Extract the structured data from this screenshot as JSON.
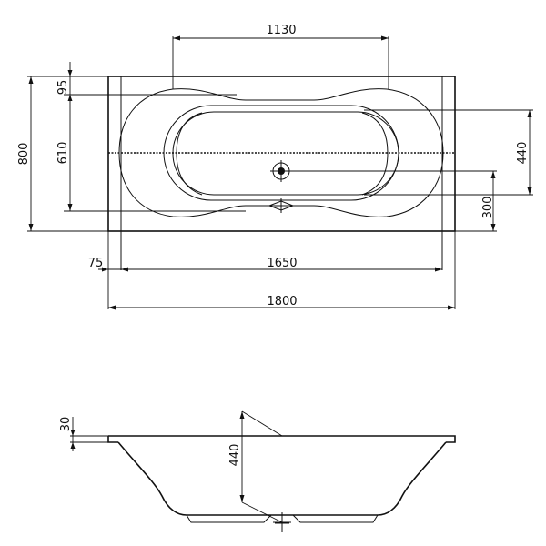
{
  "drawing": {
    "top_view": {
      "dimensions": {
        "top_width": "1130",
        "overall_width": "1800",
        "inner_width": "1650",
        "rim_left": "75",
        "overall_height": "800",
        "offset_top": "95",
        "inner_height": "610",
        "right_height": "440",
        "drain_height": "300"
      }
    },
    "side_view": {
      "dimensions": {
        "rim_thickness": "30",
        "depth": "440"
      }
    }
  }
}
